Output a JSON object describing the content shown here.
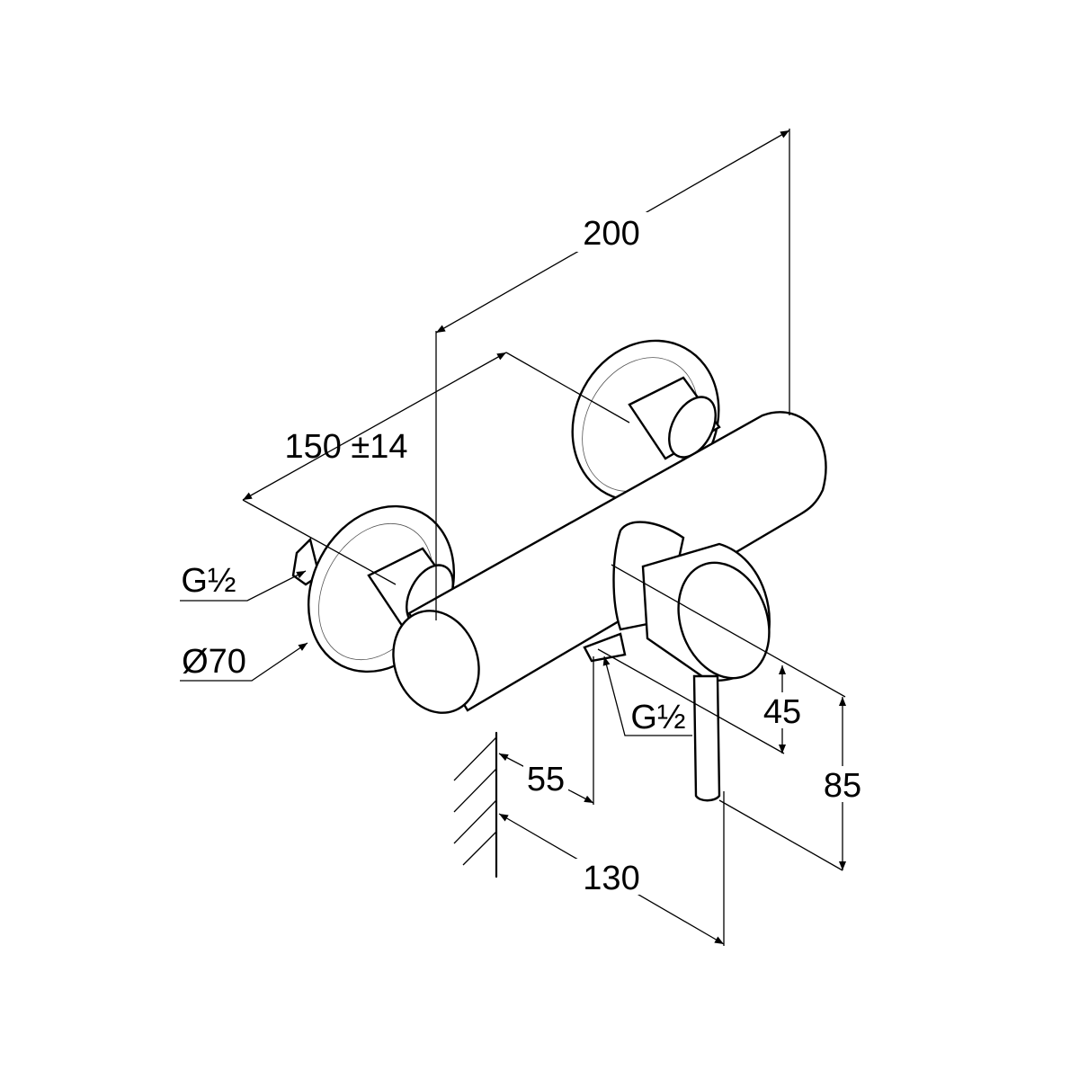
{
  "drawing": {
    "dimensions": {
      "overall_width": "200",
      "center_distance": "150 ±14",
      "inlet_thread_left": "G½",
      "flange_diameter": "Ø70",
      "outlet_thread": "G½",
      "handle_height": "45",
      "lever_height": "85",
      "outlet_projection": "55",
      "total_projection": "130"
    }
  }
}
